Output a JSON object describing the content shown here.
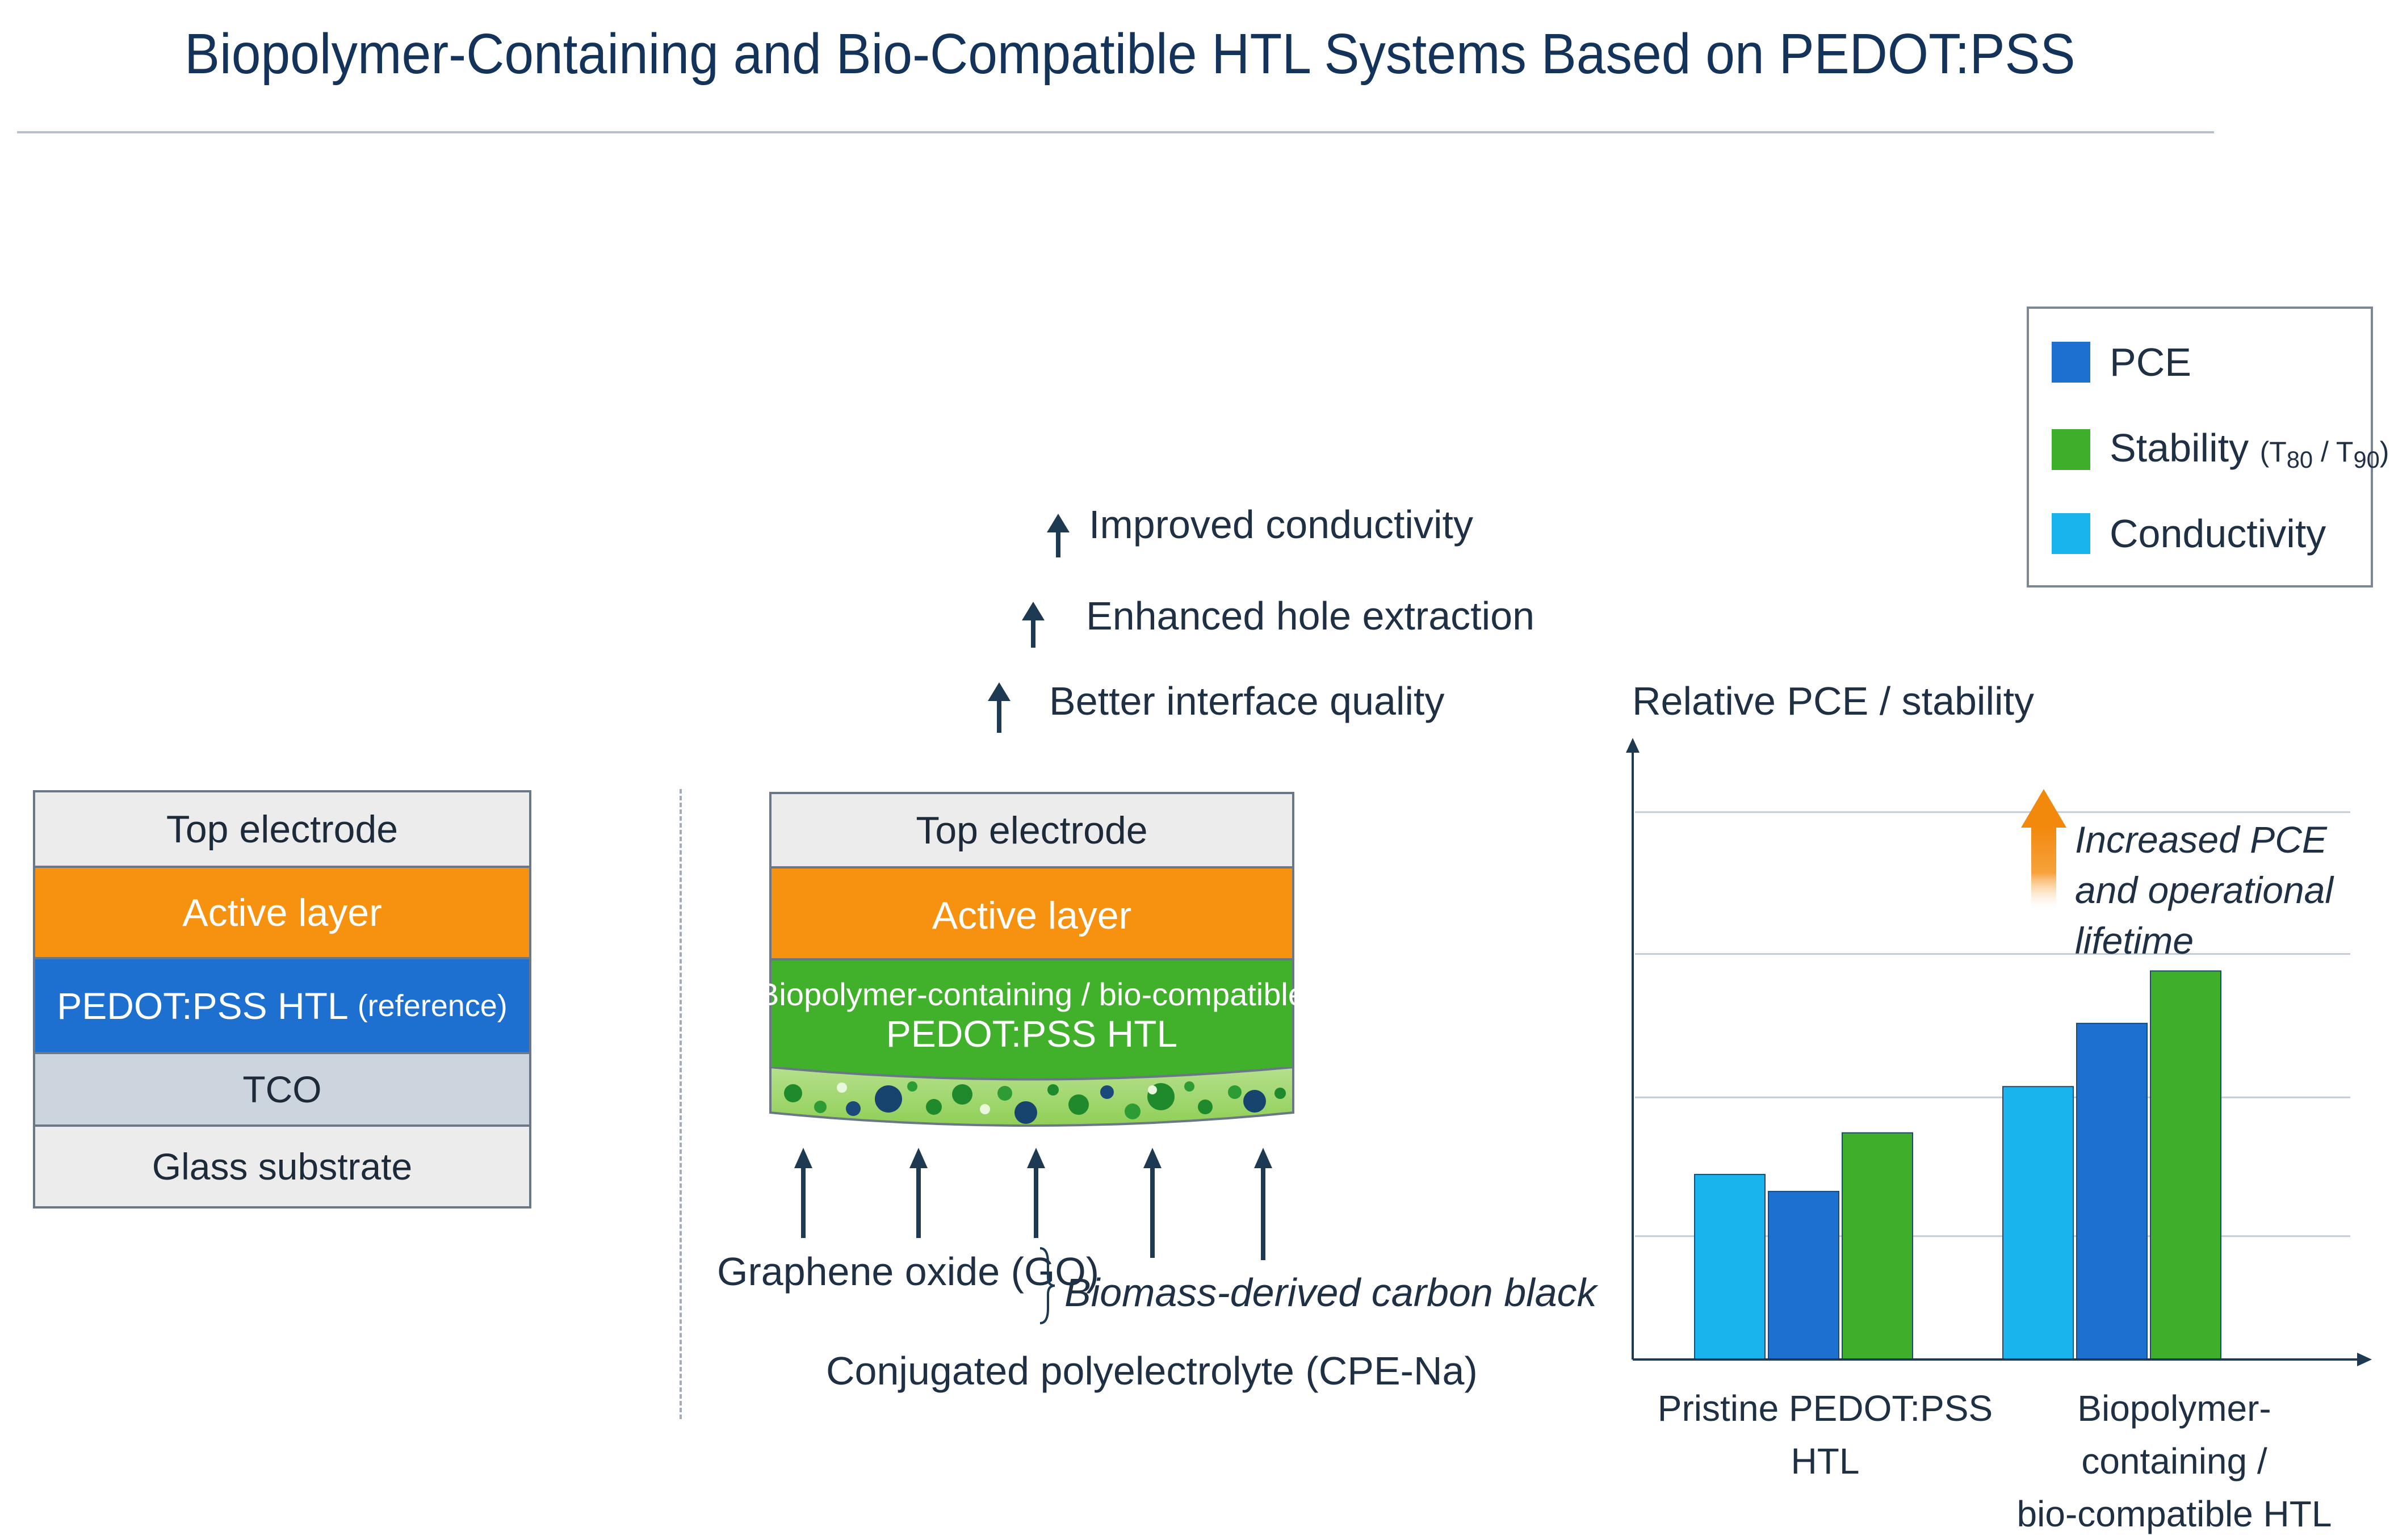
{
  "title": "Biopolymer-Containing and Bio-Compatible HTL Systems Based on PEDOT:PSS",
  "reference_stack": {
    "layers": {
      "top_electrode": "Top electrode",
      "active": "Active layer",
      "pedot_main": "PEDOT:PSS HTL",
      "pedot_note": "(reference)",
      "tco": "TCO",
      "glass": "Glass substrate"
    }
  },
  "modified_stack": {
    "layers": {
      "top_electrode": "Top electrode",
      "active": "Active layer",
      "bio_line1": "Biopolymer-containing / bio-compatible",
      "bio_line2": "PEDOT:PSS HTL"
    },
    "benefits": [
      "Improved conductivity",
      "Enhanced hole extraction",
      "Better interface quality"
    ],
    "additives": {
      "go": "Graphene oxide (GO)",
      "carbon_black": "Biomass-derived carbon black",
      "cpe": "Conjugated polyelectrolyte (CPE-Na)"
    }
  },
  "colors": {
    "pce": "#1d6fd0",
    "stability": "#3fae2a",
    "conductivity": "#19b4ee",
    "active": "#f6920f"
  },
  "legend": {
    "pce": "PCE",
    "stability": "Stability",
    "stability_sub": "(T80 / T90)",
    "conductivity": "Conductivity"
  },
  "chart_data": {
    "type": "bar",
    "ylabel": "Relative PCE / stability",
    "categories": [
      "Pristine PEDOT:PSS HTL",
      "Biopolymer-containing / bio-compatible HTL"
    ],
    "category_lines": [
      [
        "Pristine PEDOT:PSS HTL"
      ],
      [
        "Biopolymer-containing /",
        "bio-compatible HTL"
      ]
    ],
    "series": [
      {
        "name": "Conductivity",
        "values": [
          1.2,
          1.77
        ]
      },
      {
        "name": "PCE",
        "values": [
          1.09,
          2.18
        ]
      },
      {
        "name": "Stability",
        "values": [
          1.47,
          2.52
        ]
      }
    ],
    "ylim": [
      0,
      3.7
    ],
    "annotation": [
      "Increased PCE",
      "and operational",
      "lifetime"
    ],
    "grid": true
  }
}
